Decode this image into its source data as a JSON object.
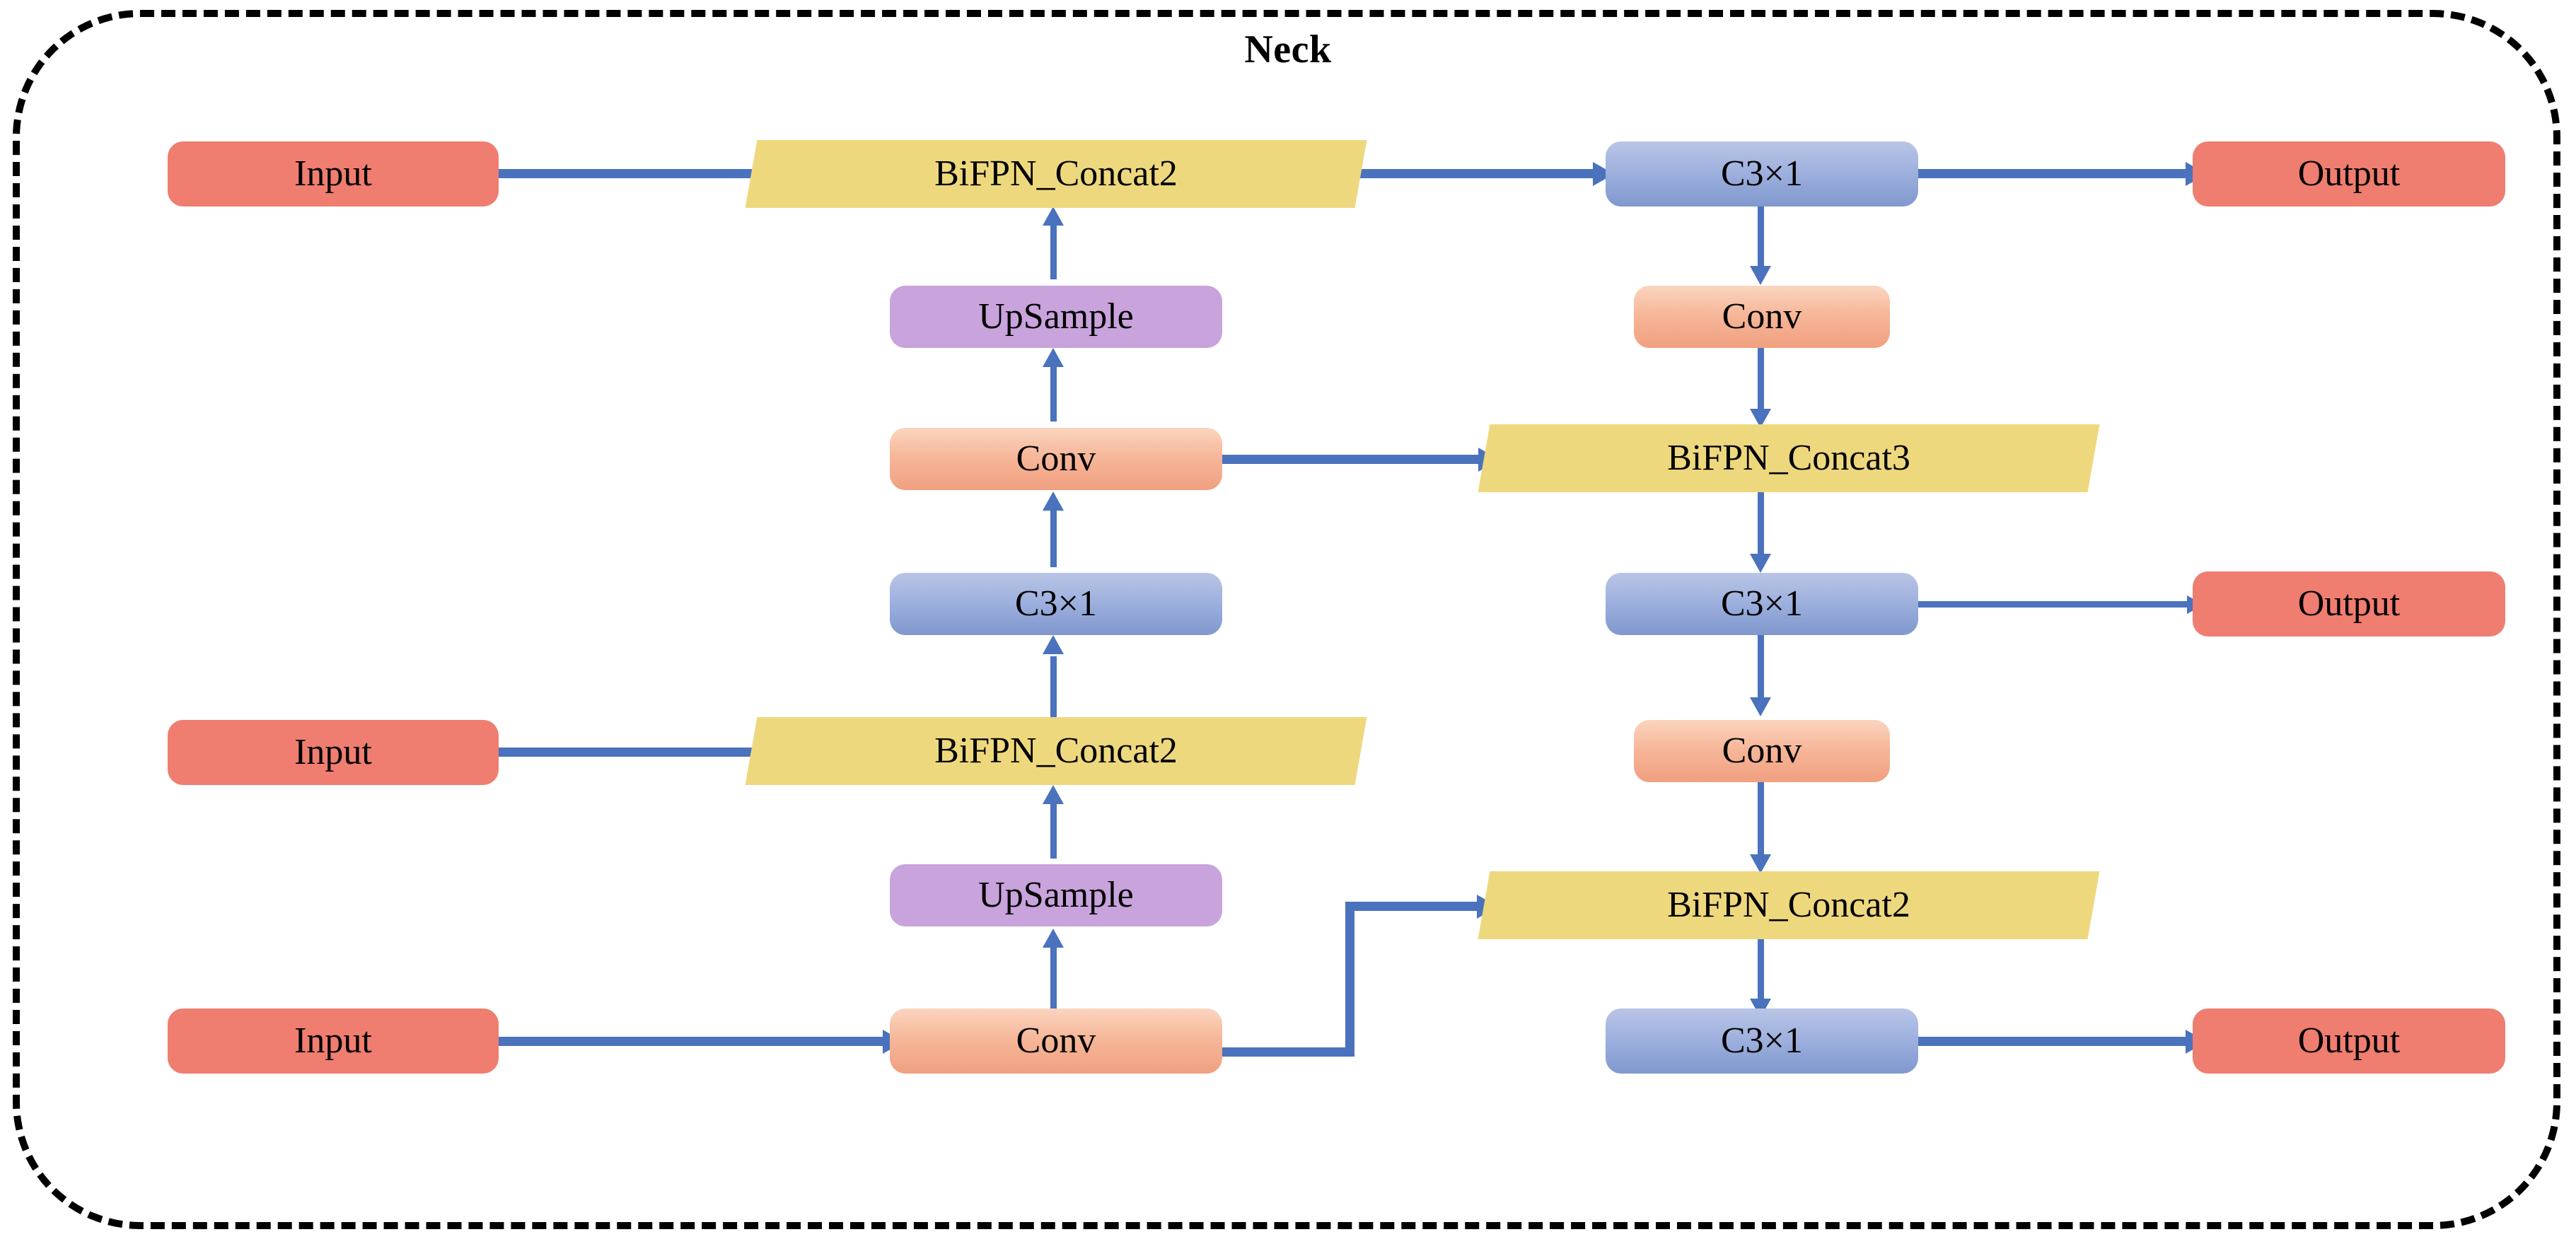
{
  "diagram": {
    "title": "Neck",
    "type": "neural-network-architecture-block-diagram",
    "colors": {
      "input_output": "#ef7d70",
      "conv": "#f3ac8c",
      "c3": "#9cafdd",
      "upsample": "#c8a3dc",
      "concat": "#eed87e",
      "arrow": "#4a72bd",
      "border": "#000000"
    },
    "labels": {
      "input": "Input",
      "output": "Output",
      "conv": "Conv",
      "c3": "C3×1",
      "upsample": "UpSample",
      "concat2": "BiFPN_Concat2",
      "concat3": "BiFPN_Concat3"
    },
    "nodes": [
      {
        "id": "input-top",
        "label": "Input",
        "kind": "input",
        "row": 1,
        "col": "left"
      },
      {
        "id": "concat2-top",
        "label": "BiFPN_Concat2",
        "kind": "concat",
        "row": 1,
        "col": "mid"
      },
      {
        "id": "c3-top-right",
        "label": "C3×1",
        "kind": "c3",
        "row": 1,
        "col": "right"
      },
      {
        "id": "output-top",
        "label": "Output",
        "kind": "output",
        "row": 1,
        "col": "far"
      },
      {
        "id": "upsample-top",
        "label": "UpSample",
        "kind": "upsample",
        "row": 2,
        "col": "mid"
      },
      {
        "id": "conv-right-1",
        "label": "Conv",
        "kind": "conv",
        "row": 2,
        "col": "right"
      },
      {
        "id": "conv-mid-1",
        "label": "Conv",
        "kind": "conv",
        "row": 3,
        "col": "mid"
      },
      {
        "id": "concat3",
        "label": "BiFPN_Concat3",
        "kind": "concat",
        "row": 3,
        "col": "right"
      },
      {
        "id": "c3-mid-1",
        "label": "C3×1",
        "kind": "c3",
        "row": 4,
        "col": "mid"
      },
      {
        "id": "c3-right-2",
        "label": "C3×1",
        "kind": "c3",
        "row": 4,
        "col": "right"
      },
      {
        "id": "output-mid",
        "label": "Output",
        "kind": "output",
        "row": 4,
        "col": "far"
      },
      {
        "id": "input-mid",
        "label": "Input",
        "kind": "input",
        "row": 5,
        "col": "left"
      },
      {
        "id": "concat2-mid",
        "label": "BiFPN_Concat2",
        "kind": "concat",
        "row": 5,
        "col": "mid"
      },
      {
        "id": "conv-right-2",
        "label": "Conv",
        "kind": "conv",
        "row": 5,
        "col": "right"
      },
      {
        "id": "upsample-bottom",
        "label": "UpSample",
        "kind": "upsample",
        "row": 6,
        "col": "mid"
      },
      {
        "id": "concat2-bottom",
        "label": "BiFPN_Concat2",
        "kind": "concat",
        "row": 6,
        "col": "right"
      },
      {
        "id": "input-bottom",
        "label": "Input",
        "kind": "input",
        "row": 7,
        "col": "left"
      },
      {
        "id": "conv-mid-2",
        "label": "Conv",
        "kind": "conv",
        "row": 7,
        "col": "mid"
      },
      {
        "id": "c3-right-3",
        "label": "C3×1",
        "kind": "c3",
        "row": 7,
        "col": "right"
      },
      {
        "id": "output-bottom",
        "label": "Output",
        "kind": "output",
        "row": 7,
        "col": "far"
      }
    ],
    "edges": [
      {
        "from": "input-top",
        "to": "concat2-top",
        "dir": "right"
      },
      {
        "from": "concat2-top",
        "to": "c3-top-right",
        "dir": "right"
      },
      {
        "from": "c3-top-right",
        "to": "output-top",
        "dir": "right"
      },
      {
        "from": "upsample-top",
        "to": "concat2-top",
        "dir": "up"
      },
      {
        "from": "conv-mid-1",
        "to": "upsample-top",
        "dir": "up"
      },
      {
        "from": "conv-mid-1",
        "to": "concat3",
        "dir": "right"
      },
      {
        "from": "c3-mid-1",
        "to": "conv-mid-1",
        "dir": "up"
      },
      {
        "from": "concat2-mid",
        "to": "c3-mid-1",
        "dir": "up"
      },
      {
        "from": "input-mid",
        "to": "concat2-mid",
        "dir": "right"
      },
      {
        "from": "upsample-bottom",
        "to": "concat2-mid",
        "dir": "up"
      },
      {
        "from": "conv-mid-2",
        "to": "upsample-bottom",
        "dir": "up"
      },
      {
        "from": "input-bottom",
        "to": "conv-mid-2",
        "dir": "right"
      },
      {
        "from": "conv-mid-2",
        "to": "concat2-bottom",
        "dir": "elbow-up-right"
      },
      {
        "from": "c3-top-right",
        "to": "conv-right-1",
        "dir": "down"
      },
      {
        "from": "conv-right-1",
        "to": "concat3",
        "dir": "down"
      },
      {
        "from": "concat3",
        "to": "c3-right-2",
        "dir": "down"
      },
      {
        "from": "c3-right-2",
        "to": "output-mid",
        "dir": "right"
      },
      {
        "from": "c3-right-2",
        "to": "conv-right-2",
        "dir": "down"
      },
      {
        "from": "conv-right-2",
        "to": "concat2-bottom",
        "dir": "down"
      },
      {
        "from": "concat2-bottom",
        "to": "c3-right-3",
        "dir": "down"
      },
      {
        "from": "c3-right-3",
        "to": "output-bottom",
        "dir": "right"
      }
    ]
  }
}
